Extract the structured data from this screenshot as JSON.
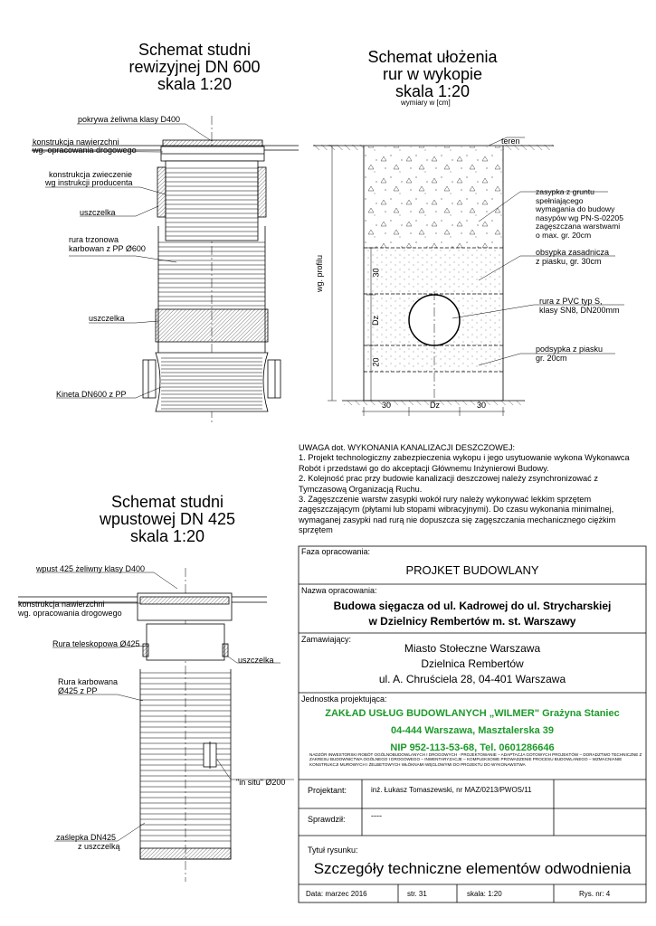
{
  "top_left": {
    "title": [
      "Schemat studni",
      "rewizyjnej DN 600",
      "skala 1:20"
    ],
    "labels": {
      "cover": "pokrywa żeliwna klasy D400",
      "road1": "konstrukcja nawierzchni",
      "road2": "wg. opracowania drogowego",
      "telescope1": "konstrukcja zwieczenie",
      "telescope2": "wg instrukcji producenta",
      "seal1": "uszczelka",
      "pipe1": "rura trzonowa",
      "pipe2": "karbowan z PP Ø600",
      "seal2": "uszczelka",
      "base": "Kineta DN600 z PP"
    }
  },
  "top_right": {
    "title": [
      "Schemat ułożenia",
      "rur w wykopie",
      "skala 1:20"
    ],
    "subtitle": "wymiary w [cm]",
    "labels": {
      "ground": "teren",
      "fill1": "zasypka z gruntu",
      "fill2": "spełniającego",
      "fill3": "wymagania do budowy",
      "fill4": "nasypów wg PN-S-02205",
      "fill5": "zagęszczana warstwami",
      "fill6": "o max. gr. 20cm",
      "cover1": "obsypka zasadnicza",
      "cover2": "z piasku, gr. 30cm",
      "pipe1": "rura z PVC typ S,",
      "pipe2": "klasy SN8, DN200mm",
      "bed1": "podsypka z piasku",
      "bed2": "gr. 20cm",
      "profile": "wg. profilu",
      "d30": "30",
      "dDz": "Dz",
      "d20": "20",
      "w30a": "30",
      "wDz": "Dz",
      "w30b": "30"
    }
  },
  "notes": {
    "heading": "UWAGA dot. WYKONANIA KANALIZACJI DESZCZOWEJ:",
    "items": [
      "1. Projekt technologiczny zabezpieczenia wykopu i  jego usytuowanie wykona Wykonawca Robót i przedstawi go do akceptacji Głównemu Inżynierowi Budowy.",
      "2. Kolejność prac przy budowie kanalizacji deszczowej należy zsynchronizować z Tymczasową Organizacją Ruchu.",
      "3. Zagęszczenie warstw zasypki wokół rury należy wykonywać lekkim sprzętem zagęszczającym (płytami lub stopami wibracyjnymi). Do czasu wykonania minimalnej, wymaganej zasypki nad rurą nie dopuszcza się zagęszczania mechanicznego ciężkim sprzętem"
    ]
  },
  "bottom_left": {
    "title": [
      "Schemat studni",
      "wpustowej DN 425",
      "skala 1:20"
    ],
    "labels": {
      "inlet": "wpust 425 żeliwny klasy D400",
      "road1": "konstrukcja nawierzchni",
      "road2": "wg. opracowania drogowego",
      "tele": "Rura teleskopowa Ø425",
      "seal": "uszczelka",
      "pipe1": "Rura karbowana",
      "pipe2": "Ø425 z PP",
      "insitu": "\"in situ\" Ø200",
      "cap1": "zaślepka DN425",
      "cap2": "z uszczelką"
    }
  },
  "titleblock": {
    "phase_label": "Faza opracowania:",
    "phase": "PROJKET BUDOWLANY",
    "name_label": "Nazwa opracowania:",
    "name": [
      "Budowa sięgacza od ul. Kadrowej do ul. Strycharskiej",
      "w Dzielnicy Rembertów m. st. Warszawy"
    ],
    "client_label": "Zamawiający:",
    "client": [
      "Miasto Stołeczne Warszawa",
      "Dzielnica Rembertów",
      "ul. A. Chruściela 28, 04-401 Warszawa"
    ],
    "unit_label": "Jednostka projektująca:",
    "unit": [
      "ZAKŁAD USŁUG BUDOWLANYCH „WILMER\" Grażyna Staniec",
      "04-444 Warszawa, Masztalerska 39",
      "NIP 952-113-53-68, Tel. 0601286646"
    ],
    "unit_small": "NADZÓR INWESTORSKI ROBÓT OGÓLNOBUDOWLANYCH I DROGOWYCH · PROJEKTOWANIE – ADAPTACJA GOTOWYCH PROJEKTÓW – DORADZTWO TECHNICZNE Z ZAKRESU BUDOWNICTWA OGÓLNEGO I DROGOWEGO – INWENTARYZACJE – KOMPLEKSOWE PROWADZENIE PROCESU BUDOWLANEGO – WZMACNIANIE KONSTRUKCJI MUROWYCH I ŻELBETOWYCH WŁÓKNAMI WĘGLOWYMI DO PROJEKTU DO WYKONAWSTWA",
    "designer_label": "Projektant:",
    "designer": "inż. Łukasz Tomaszewski, nr MAZ/0213/PWOS/11",
    "checked_label": "Sprawdził:",
    "checked": "----",
    "drawing_label": "Tytuł rysunku:",
    "drawing": "Szczegóły techniczne elementów odwodnienia",
    "date": "Data: marzec 2016",
    "page": "str. 31",
    "scale": "skala: 1:20",
    "number": "Rys. nr: 4"
  }
}
